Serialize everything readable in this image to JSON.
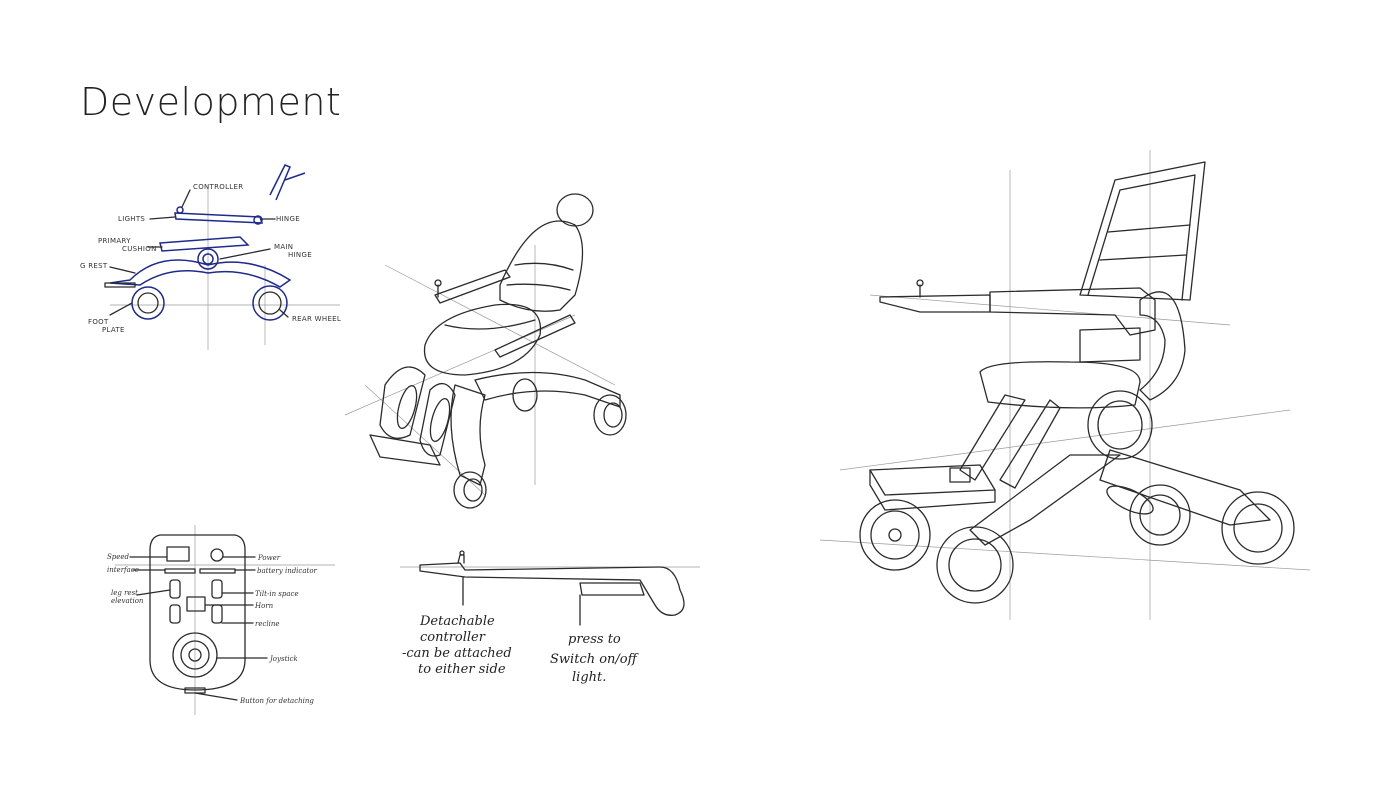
{
  "page": {
    "title": "Development"
  },
  "sketch_side": {
    "labels": {
      "controller": "CONTROLLER",
      "lights": "LIGHTS",
      "hinge": "HINGE",
      "primary_cushion_1": "PRIMARY",
      "primary_cushion_2": "CUSHION",
      "main_hinge_1": "MAIN",
      "main_hinge_2": "HINGE",
      "g_rest": "G REST",
      "foot_plate_1": "FOOT",
      "foot_plate_2": "PLATE",
      "rear_wheel": "REAR WHEEL"
    }
  },
  "sketch_controller": {
    "labels": {
      "speed": "Speed",
      "interface": "interface",
      "leg_rest_1": "leg rest",
      "leg_rest_2": "elevation",
      "power": "Power",
      "battery": "battery indicator",
      "tilt": "Tilt-in space",
      "horn": "Horn",
      "recline": "recline",
      "joystick": "Joystick",
      "detach_button": "Button for detaching"
    }
  },
  "sketch_armrest": {
    "notes": {
      "detach_1": "Detachable",
      "detach_2": "controller",
      "detach_3": "-can be attached",
      "detach_4": "to either side",
      "press_1": "press to",
      "press_2": "Switch on/off",
      "press_3": "light."
    }
  }
}
